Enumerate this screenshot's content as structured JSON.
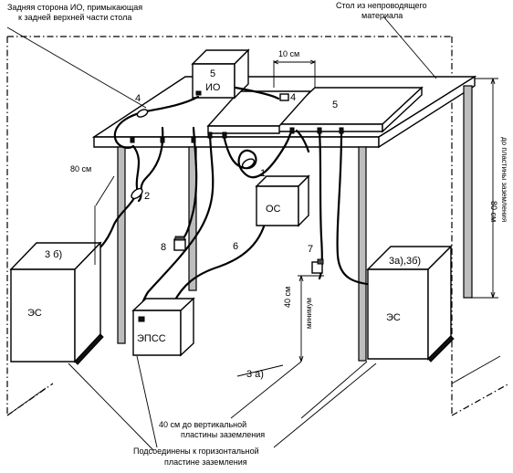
{
  "labels": {
    "io_back_note_line1": "Задняя сторона ИО, примыкающая",
    "io_back_note_line2": "к задней верхней части стола",
    "table_note_line1": "Стол из непроводящего",
    "table_note_line2": "материала",
    "dim_10cm": "10 см",
    "dim_80cm_left": "80 см",
    "dim_80cm_right": "80 см",
    "dim_80cm_right_sub": "до пластины заземления",
    "dim_40cm": "40 см",
    "dim_40cm_sub": "минимум",
    "bottom_note_line1": "40 см до вертикальной",
    "bottom_note_line2": "пластины заземления",
    "bottom_note2_line1": "Подсоединены к горизонтальной",
    "bottom_note2_line2": "пластине заземления"
  },
  "items": {
    "io_number": "5",
    "io": "ИО",
    "plate_number": "5",
    "os": "ОС",
    "epss": "ЭПСС",
    "es_left_tag": "3 б)",
    "es_left": "ЭС",
    "es_right_tag": "3а),3б)",
    "es_right": "ЭС",
    "ground_tag": "3 а)"
  },
  "callouts": {
    "n1": "1",
    "n2": "2",
    "n4a": "4",
    "n4b": "4",
    "n6": "6",
    "n7": "7",
    "n8": "8"
  }
}
